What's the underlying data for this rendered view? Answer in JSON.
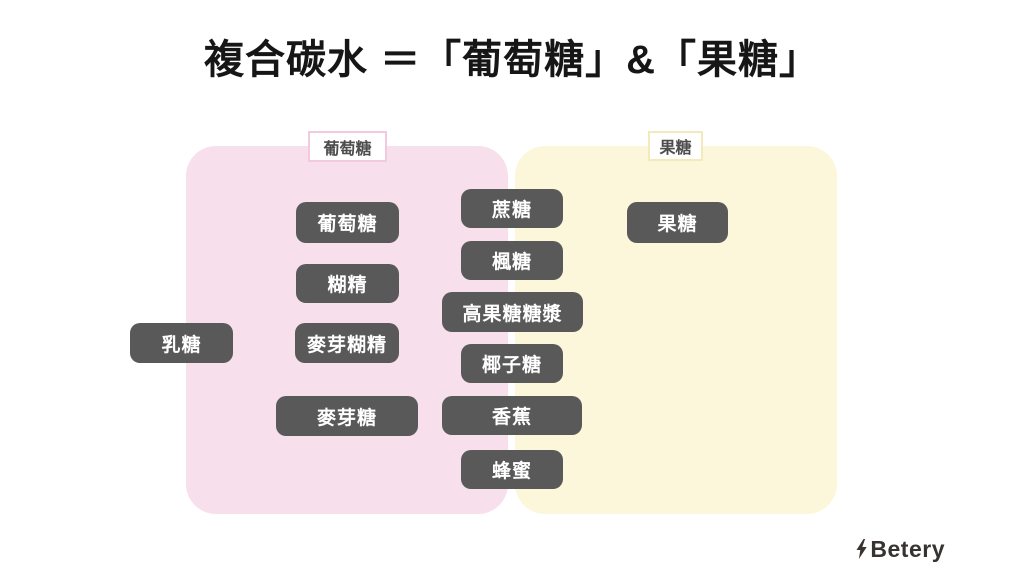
{
  "title": "複合碳水 ＝「葡萄糖」&「果糖」",
  "groups": {
    "glucose": {
      "label": "葡萄糖",
      "chips": [
        "葡萄糖",
        "糊精",
        "麥芽糊精",
        "麥芽糖"
      ],
      "edge_chip": "乳糖"
    },
    "overlap": {
      "chips": [
        "蔗糖",
        "楓糖",
        "高果糖糖漿",
        "椰子糖",
        "香蕉",
        "蜂蜜"
      ]
    },
    "fructose": {
      "label": "果糖",
      "chips": [
        "果糖"
      ]
    }
  },
  "brand": {
    "name": "Betery",
    "icon": "lightning-bolt-icon"
  },
  "colors": {
    "canvas-bg": "#ffffff",
    "glucose-zone": "#f8dfec",
    "fructose-zone": "#fcf7da",
    "glucose-tag-border": "#f3c9df",
    "fructose-tag-border": "#f3e9bb",
    "chip-bg": "#595959",
    "chip-text": "#ffffff",
    "title-text": "#161616",
    "tag-text": "#4d4d4d",
    "brand-text": "#383330"
  }
}
